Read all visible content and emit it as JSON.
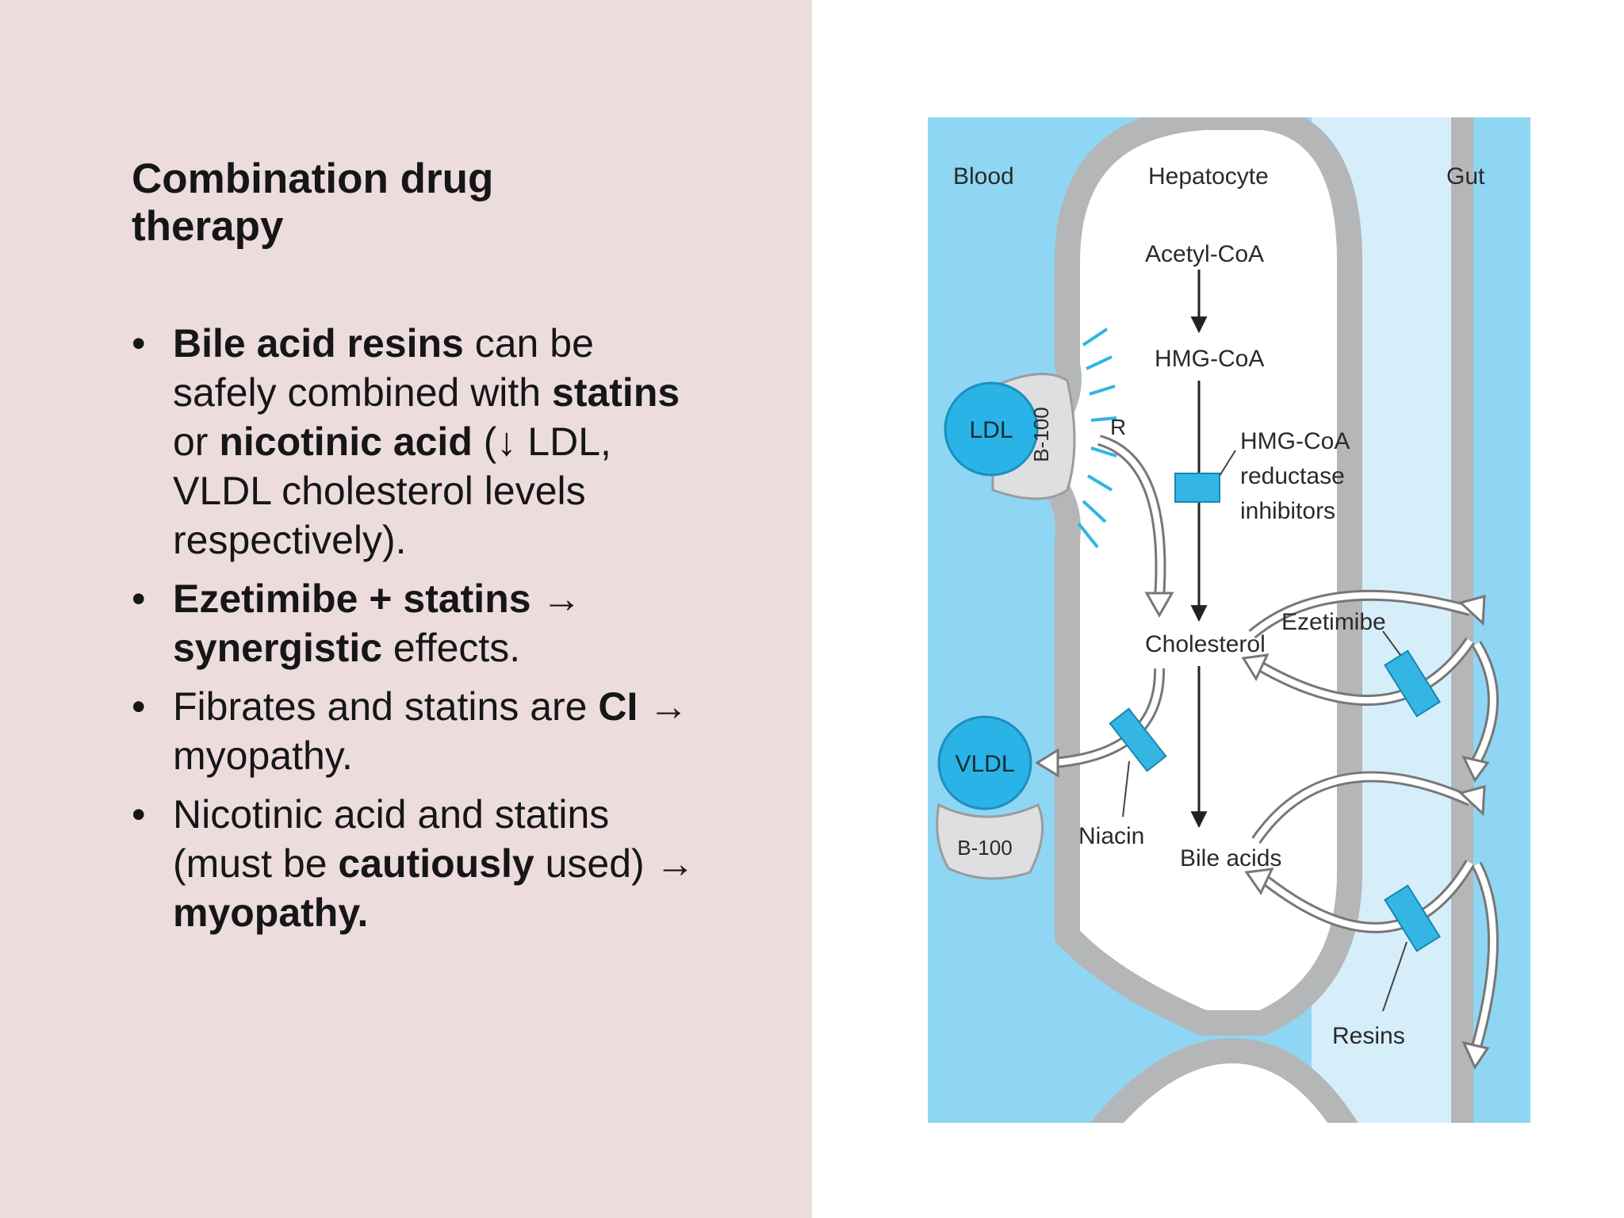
{
  "slide": {
    "title": "Combination drug therapy",
    "bullets": [
      [
        {
          "text": "Bile acid resins",
          "bold": true
        },
        {
          "text": " can be safely combined with ",
          "bold": false
        },
        {
          "text": "statins",
          "bold": true
        },
        {
          "text": " or ",
          "bold": false
        },
        {
          "text": "nicotinic acid",
          "bold": true
        },
        {
          "text": " (↓ LDL, VLDL cholesterol levels respectively).",
          "bold": false
        }
      ],
      [
        {
          "text": "Ezetimibe + statins → synergistic",
          "bold": true
        },
        {
          "text": " effects.",
          "bold": false
        }
      ],
      [
        {
          "text": "Fibrates and statins are ",
          "bold": false
        },
        {
          "text": "CI",
          "bold": true
        },
        {
          "text": " → myopathy.",
          "bold": false
        }
      ],
      [
        {
          "text": "Nicotinic acid and statins (must be ",
          "bold": false
        },
        {
          "text": "cautiously",
          "bold": true
        },
        {
          "text": " used) → ",
          "bold": false
        },
        {
          "text": "myopathy.",
          "bold": true
        }
      ]
    ]
  },
  "diagram": {
    "labels": {
      "blood": "Blood",
      "hepatocyte": "Hepatocyte",
      "gut": "Gut",
      "acetyl_coa": "Acetyl-CoA",
      "hmg_coa": "HMG-CoA",
      "hmg_inhibitor_1": "HMG-CoA",
      "hmg_inhibitor_2": "reductase",
      "hmg_inhibitor_3": "inhibitors",
      "receptor": "R",
      "ldl": "LDL",
      "b100_ldl": "B-100",
      "vldl": "VLDL",
      "b100_vldl": "B-100",
      "cholesterol": "Cholesterol",
      "ezetimibe": "Ezetimibe",
      "niacin": "Niacin",
      "bile_acids": "Bile acids",
      "resins": "Resins"
    },
    "colors": {
      "blood": "#8fd6f4",
      "gut_light": "#d6eefa",
      "gut": "#8fd6f4",
      "membrane": "#b4b6b8",
      "particle": "#29b3e6",
      "drug_block": "#34b6e4",
      "slide_bg": "#ecdcdd"
    }
  }
}
